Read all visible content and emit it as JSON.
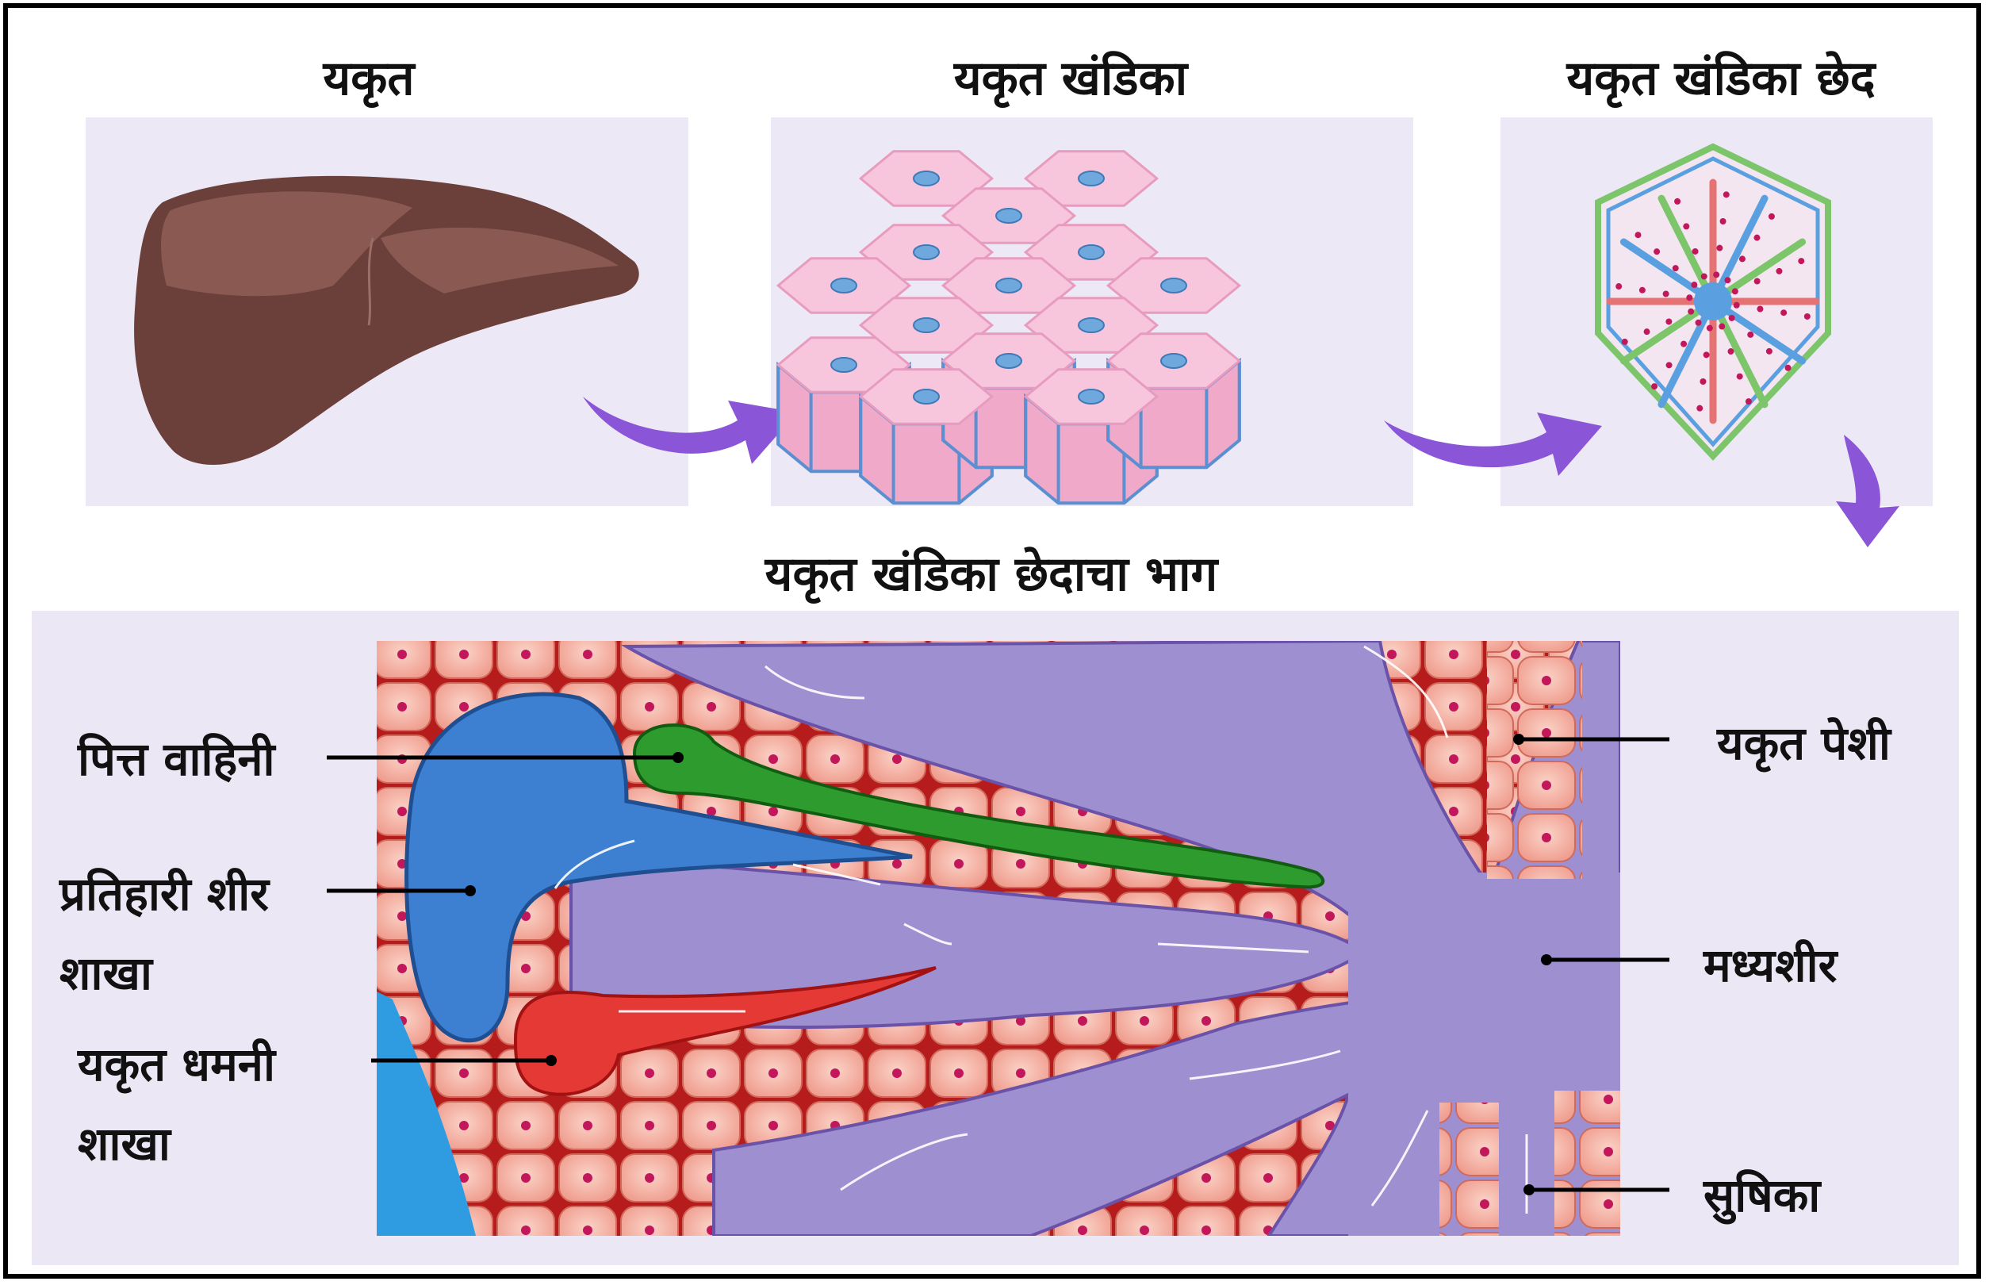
{
  "titles": {
    "liver": "यकृत",
    "lobule": "यकृत खंडिका",
    "lobule_section": "यकृत खंडिका छेद",
    "section_part": "यकृत खंडिका छेदाचा भाग"
  },
  "labels": {
    "bile_duct": "पित्त वाहिनी",
    "portal_vein_line1": "प्रतिहारी शीर",
    "portal_vein_line2": "शाखा",
    "hepatic_artery_line1": "यकृत धमनी",
    "hepatic_artery_line2": "शाखा",
    "hepatocyte": "यकृत पेशी",
    "central_vein": "मध्यशीर",
    "sinusoid": "सुषिका"
  },
  "colors": {
    "liver": "#6b3f3a",
    "liver_highlight": "#8a5a52",
    "arrow": "#8a55d6",
    "hexagon_top": "#f7c6dc",
    "hexagon_side": "#f0a9c8",
    "hexagon_edge": "#5b8fd1",
    "nucleus": "#6fa8dc",
    "cell": "#f6b5a6",
    "cell_nucleus": "#c2185b",
    "sinusoid": "#9e8fd0",
    "portal_vein": "#3d7fd0",
    "bile_duct": "#2e9b2e",
    "artery": "#e53935",
    "blood_bg": "#b71c1c"
  }
}
